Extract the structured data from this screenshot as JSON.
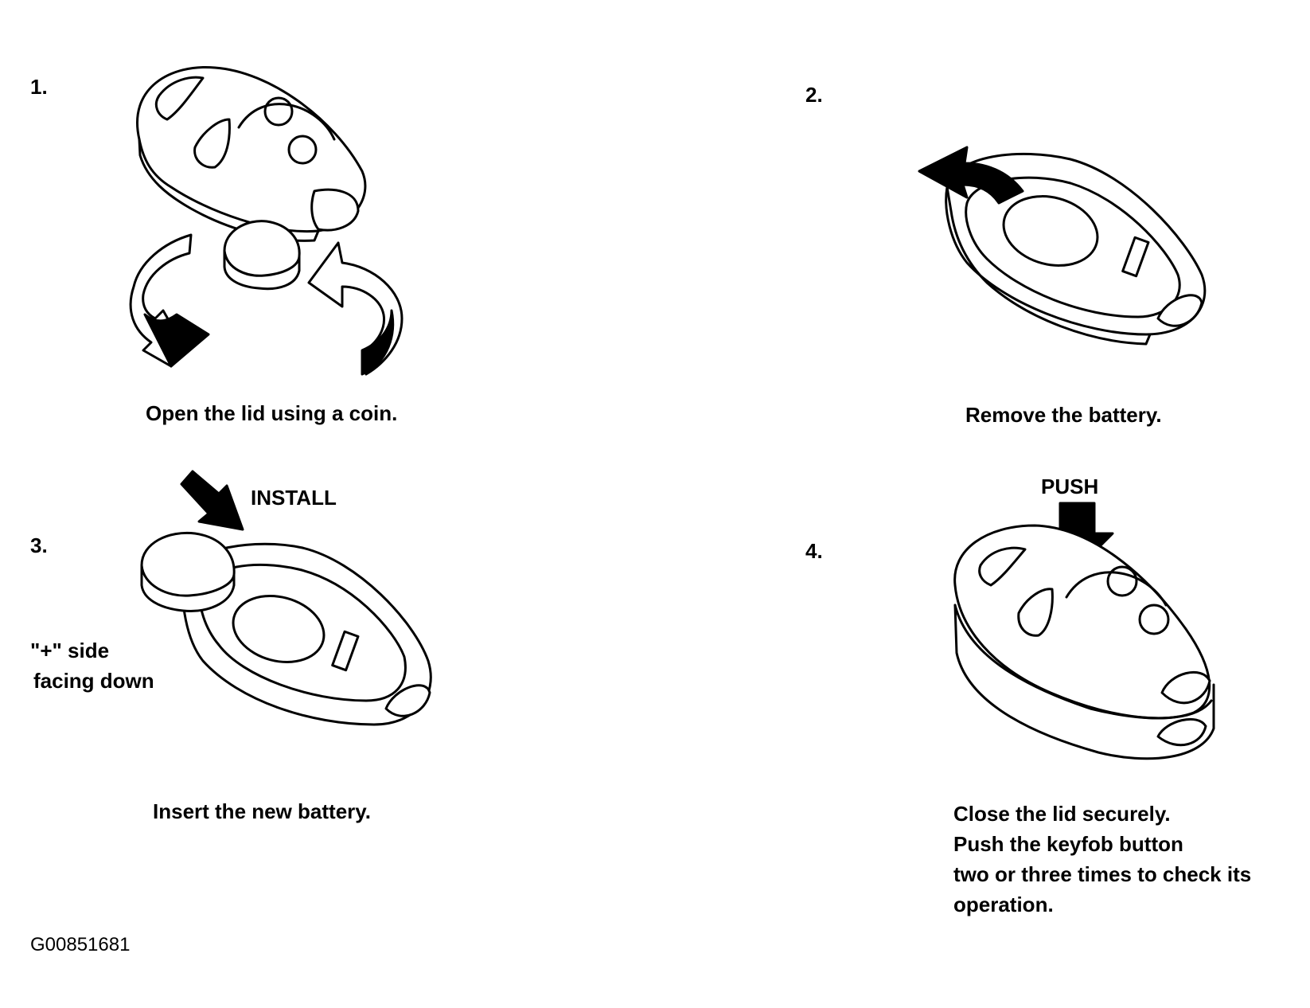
{
  "steps": [
    {
      "number": "1.",
      "caption": "Open the lid using a coin."
    },
    {
      "number": "2.",
      "caption": "Remove the battery."
    },
    {
      "number": "3.",
      "caption": "Insert the new battery.",
      "callout": "INSTALL",
      "side_note_line1": "\"+\" side",
      "side_note_line2": "facing down"
    },
    {
      "number": "4.",
      "caption_lines": [
        "Close the lid securely.",
        "Push the keyfob button",
        "two or three times to check its",
        "operation."
      ],
      "callout": "PUSH"
    }
  ],
  "figure_code": "G00851681"
}
